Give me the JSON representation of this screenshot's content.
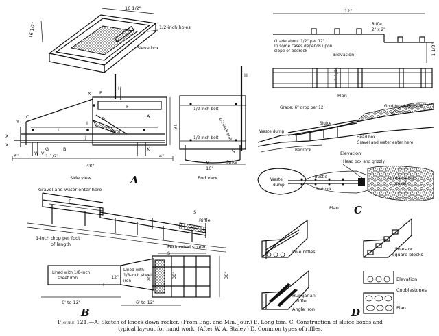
{
  "panels": {
    "a": {
      "letter": "A",
      "sieve_box": {
        "label": "Sieve box",
        "dim_top": "16 1/2\"",
        "dim_side": "16 1/2\"",
        "holes": "1/2-inch holes"
      },
      "side_view": {
        "label": "Side view",
        "letters": [
          "X",
          "E",
          "H",
          "F",
          "A",
          "D",
          "C",
          "I",
          "L",
          "G",
          "B",
          "K",
          "J",
          "W",
          "V",
          "X",
          "X",
          "Y"
        ],
        "apron": "Apron",
        "dims": {
          "left": "6\"",
          "mid": "1 1/2\"",
          "right": "4\"",
          "total": "48\"",
          "height": "16\""
        }
      },
      "end_view": {
        "label": "End view",
        "bolt_top": "1/2-inch bolt",
        "bolt_bottom": "1/2-inch bolt",
        "bolt_vertical": "1/2-inch bolt",
        "spike": "Spike",
        "letters": [
          "H",
          "M",
          "Q"
        ],
        "width": "16\""
      }
    },
    "b": {
      "letter": "B",
      "gravel_enter": "Gravel and water enter here",
      "drop": [
        "1-inch drop per foot",
        "of length"
      ],
      "riffle": "Riffle",
      "screen": "Perforated screen",
      "lined_1": [
        "Lined with 1/8-inch",
        "sheet iron"
      ],
      "lined_2": [
        "Lined with",
        "1/8-inch sheet",
        "iron"
      ],
      "dims": {
        "len_1": "6' to 12'",
        "len_2": "6' to 12'",
        "w_12": "12\"",
        "w_20": "20\"",
        "w_30": "30\"",
        "w_36": "36\""
      },
      "letters": [
        "F",
        "F",
        "S",
        "S"
      ]
    },
    "c": {
      "letter": "C",
      "elevation_1": {
        "top_dim": "12\"",
        "riffle": "Riffle",
        "riffle_dim": "2\" x 2\"",
        "grade": [
          "Grade about 1/2\" per 12\".",
          "In some cases depends upon",
          "slope of bedrock"
        ],
        "label": "Elevation",
        "side_dim": "1 1/2\""
      },
      "plan_1": {
        "label": "Plan",
        "dim": "1 1/2\""
      },
      "elevation_2": {
        "grade": "Grade: 6\" drop per 12'",
        "gold": "Gold-bearing gravel",
        "sluice": "Sluice",
        "waste": "Waste dump",
        "bedrock": "Bedrock",
        "head_box": [
          "Head box.",
          "Gravel and water enter here"
        ],
        "label": "Elevation"
      },
      "plan_2": {
        "head_box": "Head box and grizzly",
        "trestle": "Trestle",
        "gold": [
          "Gold-bearing",
          "gravel"
        ],
        "waste": [
          "Waste",
          "dump"
        ],
        "bedrock": "Bedrock",
        "label": "Plan"
      }
    },
    "d": {
      "letter": "D",
      "pole": "Pole riffles",
      "poles_square": [
        "Poles or",
        "square blocks"
      ],
      "hungarian": [
        "Hungarian",
        "riffle"
      ],
      "angle": "Angle iron",
      "elevation": "Elevation",
      "cobblestones": "Cobblestones",
      "plan": "Plan"
    }
  },
  "caption": {
    "figure": "Figure 121.",
    "line1": "—A, Sketch of knock-down rocker. (From Eng. and Min. Jour.) B, Long tom. C, Construction of sluice boxes and",
    "line2": "typical lay-out for hand work. (After W. A. Staley.) D, Common types of riffles."
  }
}
